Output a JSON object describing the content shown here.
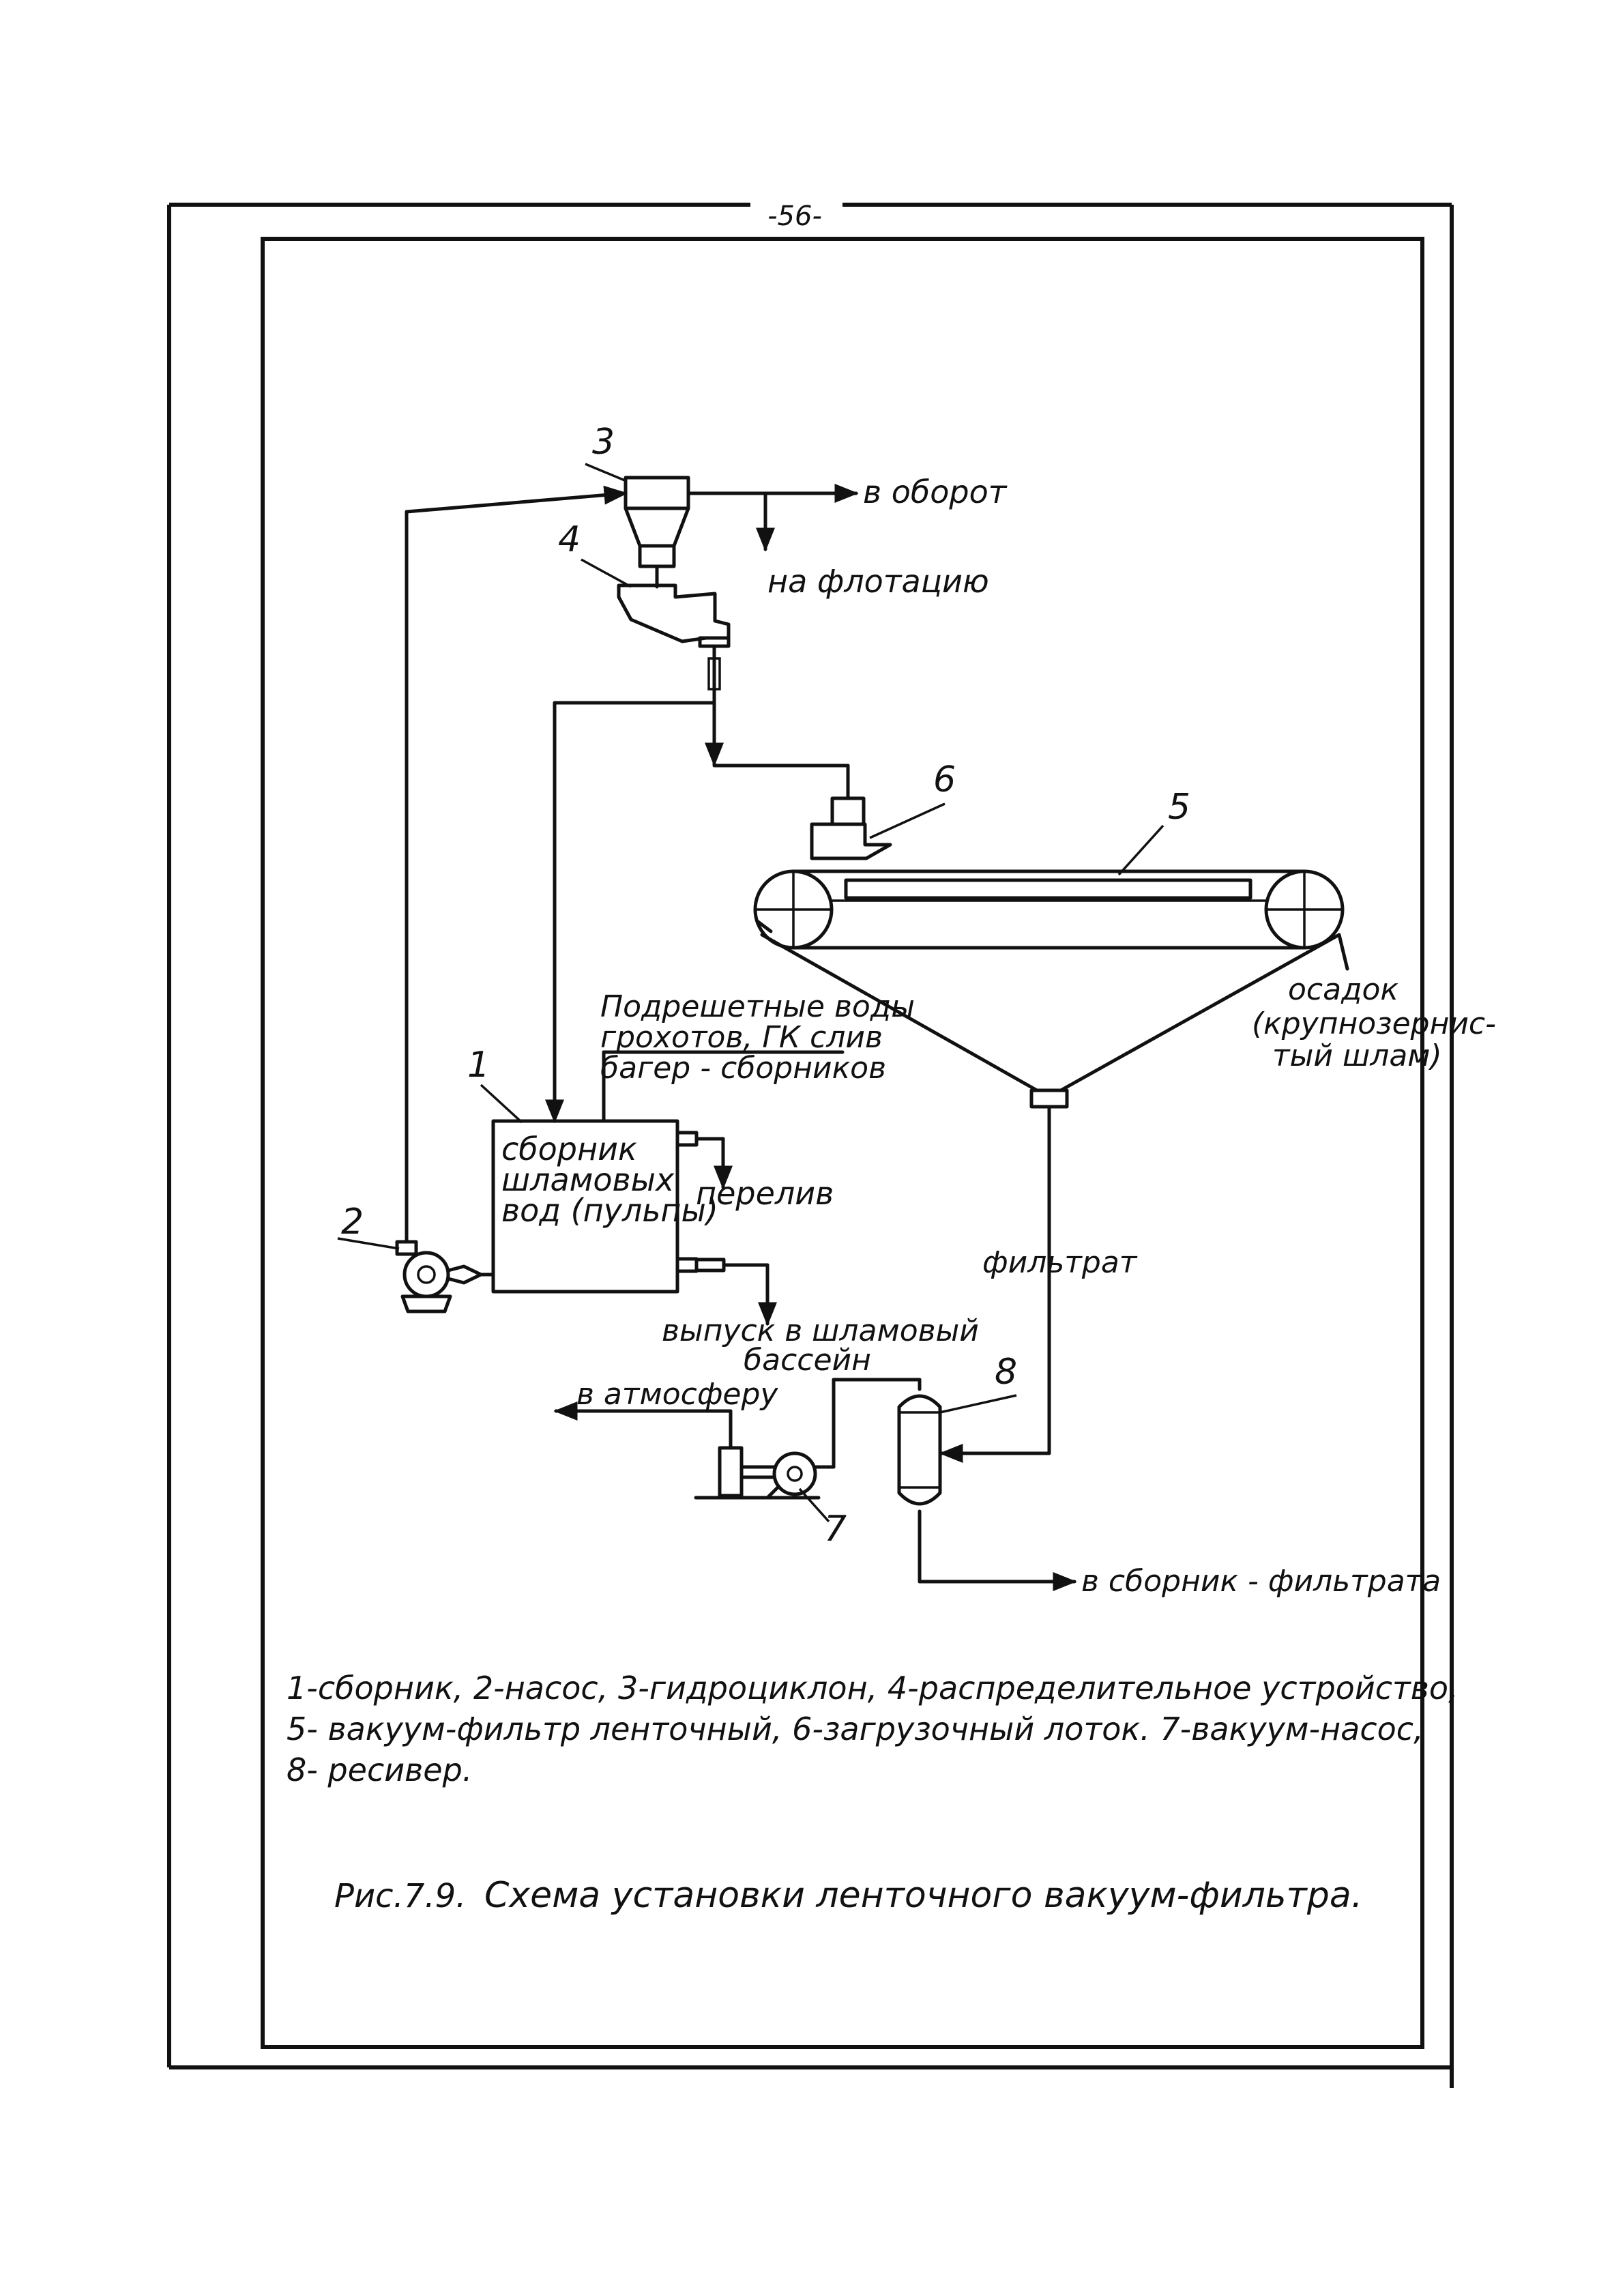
{
  "page": {
    "page_number": "-56-"
  },
  "figure": {
    "numbers": {
      "n1": "1",
      "n2": "2",
      "n3": "3",
      "n4": "4",
      "n5": "5",
      "n6": "6",
      "n7": "7",
      "n8": "8"
    },
    "flows": {
      "to_circulation": "в оборот",
      "to_flotation": "на флотацию",
      "sediment_1": "осадок",
      "sediment_2": "(крупнозернис-",
      "sediment_3": "тый шлам)",
      "undersize_1": "Подрешетные воды",
      "undersize_2": "грохотов, ГК слив",
      "undersize_3": "багер - сборников",
      "collector_1": "сборник",
      "collector_2": "шламовых",
      "collector_3": "вод (пульпы)",
      "overflow": "перелив",
      "filtrate": "фильтрат",
      "discharge_1": "выпуск в шламовый",
      "discharge_2": "бассейн",
      "to_atmosphere": "в атмосферу",
      "to_filtrate_collector": "в сборник - фильтрата"
    },
    "legend": {
      "line1": "1-сборник, 2-насос, 3-гидроциклон, 4-распределительное устройство,",
      "line2": "5- вакуум-фильтр ленточный, 6-загрузочный лоток. 7-вакуум-насос,",
      "line3": "8- ресивер."
    },
    "caption": {
      "number": "Рис.7.9.",
      "title": "Схема установки ленточного вакуум-фильтра."
    }
  }
}
